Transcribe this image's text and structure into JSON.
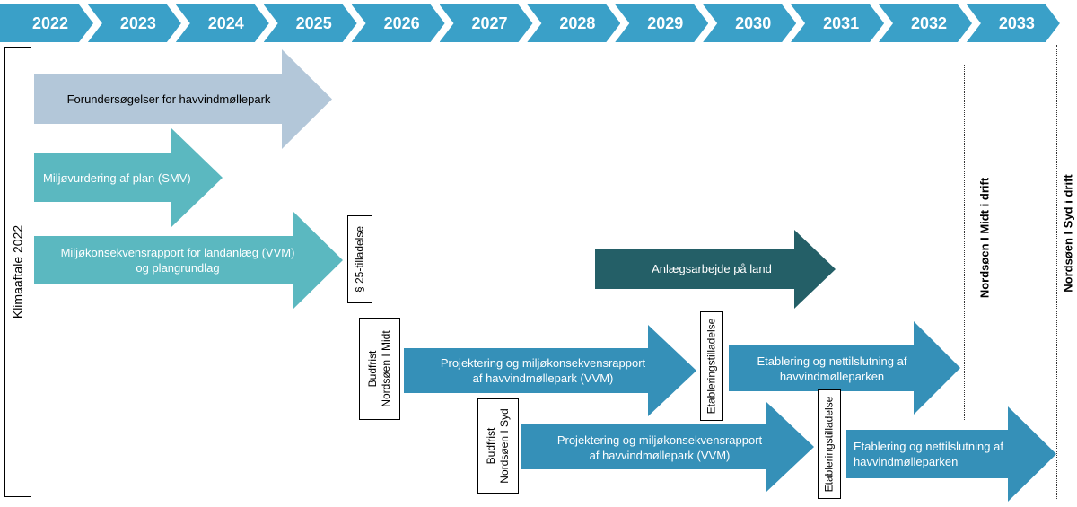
{
  "years": [
    "2022",
    "2023",
    "2024",
    "2025",
    "2026",
    "2027",
    "2028",
    "2029",
    "2030",
    "2031",
    "2032",
    "2033"
  ],
  "colors": {
    "timeline": "#3aa0c8",
    "light_blue_grey": "#b3c7d9",
    "teal": "#5bb8c0",
    "dark_teal": "#245f67",
    "blue": "#3590b8"
  },
  "arrows": {
    "forundersogelser": "Forundersøgelser for havvindmøllepark",
    "smv": "Miljøvurdering af plan (SMV)",
    "vvm_land": [
      "Miljøkonsekvensrapport for landanlæg (VVM)",
      "og plangrundlag"
    ],
    "anlaeg": "Anlægsarbejde på land",
    "projektering_midt": [
      "Projektering og miljøkonsekvensrapport",
      "af havvindmøllepark (VVM)"
    ],
    "etablering_midt": [
      "Etablering og nettilslutning af",
      "havvindmølleparken"
    ],
    "projektering_syd": [
      "Projektering og miljøkonsekvensrapport",
      "af havvindmøllepark (VVM)"
    ],
    "etablering_syd": [
      "Etablering og nettilslutning af",
      "havvindmølleparken"
    ]
  },
  "boxes": {
    "klimaaftale": "Klimaaftale 2022",
    "p25": "§ 25-tilladelse",
    "budfrist_midt": [
      "Budfrist",
      "Nordsøen I Midt"
    ],
    "budfrist_syd": [
      "Budfrist",
      "Nordsøen I Syd"
    ],
    "etablering_1": "Etableringstilladelse",
    "etablering_2": "Etableringstilladelse"
  },
  "milestones": {
    "midt": "Nordsøen I Midt i drift",
    "syd": "Nordsøen I Syd i drift"
  }
}
